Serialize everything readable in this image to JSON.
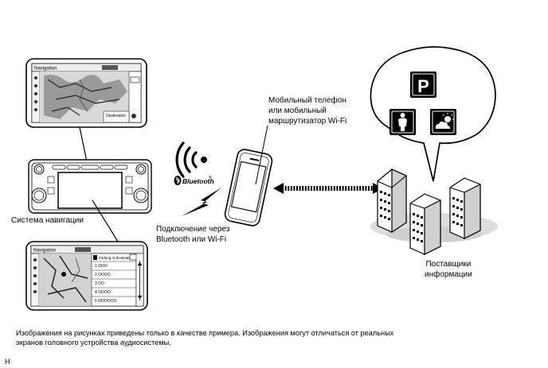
{
  "labels": {
    "nav_system": "Система навигации",
    "phone": [
      "Мобильный телефон",
      "или мобильный",
      "маршрутизатор Wi-Fi"
    ],
    "connection": [
      "Подключение через",
      "Bluetooth или Wi-Fi"
    ],
    "providers": [
      "Поставщики",
      "информации"
    ],
    "bluetooth_logo": "Bluetooth"
  },
  "screen_top": {
    "title": "Navigation",
    "destination": "Destination"
  },
  "screen_bottom": {
    "title": "Navigation",
    "header": "Parking At destination",
    "rows": [
      "1 OOO",
      "2 OOOO",
      "3 OO",
      "4 OOOO",
      "5 OOOOOO"
    ]
  },
  "caption": [
    "Изображения на рисунках приведены только в качестве примера.  Изображения могут отличаться от реальных",
    "экранов головного устройства аудиосистемы."
  ],
  "figure_code": "H"
}
